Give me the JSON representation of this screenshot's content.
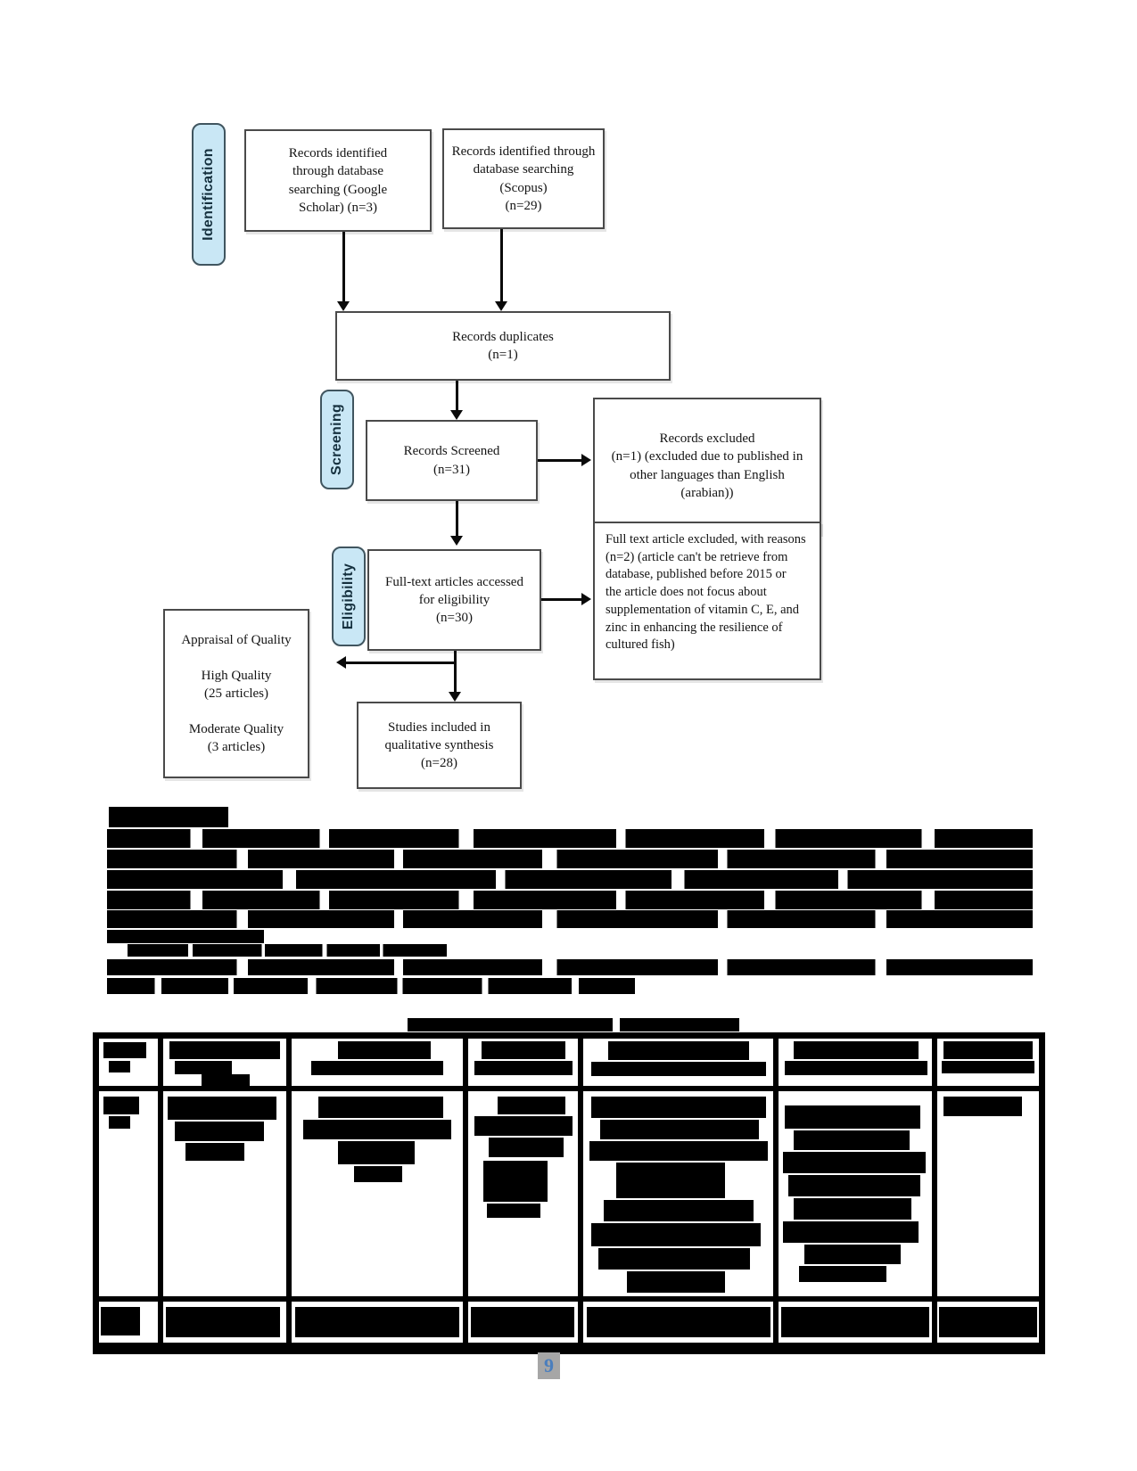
{
  "document": {
    "page_number": "9"
  },
  "flowchart": {
    "stages": {
      "identification": "Identification",
      "screening": "Screening",
      "eligibility": "Eligibility"
    },
    "boxes": {
      "google": "Records identified\nthrough database\nsearching (Google\nScholar) (n=3)",
      "scopus": "Records identified through\ndatabase searching\n(Scopus)\n(n=29)",
      "duplicates": "Records duplicates\n(n=1)",
      "screened": "Records Screened\n(n=31)",
      "excluded": "Records excluded\n(n=1) (excluded due to published in\nother languages than English\n(arabian))",
      "fulltext": "Full-text articles accessed\nfor eligibility\n(n=30)",
      "fulltext_excluded": "Full text article excluded, with reasons\n(n=2) (article can't be retrieve from\ndatabase, published before 2015 or\nthe article does not focus about\nsupplementation of vitamin C, E, and\nzinc in enhancing the resilience of\ncultured fish)",
      "appraisal": "Appraisal of Quality\n\nHigh Quality\n(25 articles)\n\nModerate Quality\n(3 articles)",
      "studies": "Studies included in\nqualitative synthesis\n(n=28)"
    },
    "colors": {
      "stage_fill": "#c9e7f5",
      "stage_border": "#40555f",
      "box_border": "#4a4a4a",
      "arrow": "#0a0a0a"
    }
  },
  "redactions": {
    "lines": [
      [
        122,
        905,
        134,
        23,
        "solid",
        "section-heading-bar"
      ],
      [
        120,
        930,
        1038,
        21,
        "gA"
      ],
      [
        120,
        953,
        1038,
        21,
        "gB"
      ],
      [
        120,
        976,
        1038,
        21,
        "gC"
      ],
      [
        120,
        999,
        1038,
        21,
        "gA"
      ],
      [
        120,
        1021,
        1038,
        20,
        "gB"
      ],
      [
        120,
        1043,
        176,
        15,
        "solid"
      ],
      [
        143,
        1059,
        358,
        14,
        "gC"
      ],
      [
        120,
        1076,
        1038,
        18,
        "gB"
      ],
      [
        120,
        1097,
        592,
        18,
        "gA"
      ],
      [
        457,
        1142,
        230,
        15,
        "solid",
        "table-caption-bar"
      ],
      [
        695,
        1142,
        134,
        15,
        "solid",
        "table-caption-bar"
      ]
    ]
  },
  "table": {
    "rows": 3,
    "columns": 7,
    "cells": [
      {
        "r": 0,
        "c": 0,
        "bars": [
          [
            5,
            4,
            48,
            18
          ],
          [
            11,
            25,
            24,
            13
          ]
        ]
      },
      {
        "r": 0,
        "c": 1,
        "bars": [
          [
            7,
            3,
            124,
            20
          ],
          [
            13,
            25,
            64,
            15
          ],
          [
            43,
            40,
            54,
            13
          ]
        ]
      },
      {
        "r": 0,
        "c": 2,
        "bars": [
          [
            52,
            3,
            104,
            20
          ],
          [
            22,
            25,
            148,
            16
          ]
        ]
      },
      {
        "r": 0,
        "c": 3,
        "bars": [
          [
            15,
            3,
            94,
            20
          ],
          [
            7,
            25,
            110,
            16
          ]
        ]
      },
      {
        "r": 0,
        "c": 4,
        "bars": [
          [
            28,
            3,
            158,
            21
          ],
          [
            9,
            26,
            196,
            16
          ]
        ]
      },
      {
        "r": 0,
        "c": 5,
        "bars": [
          [
            17,
            3,
            140,
            20
          ],
          [
            7,
            25,
            160,
            16
          ]
        ]
      },
      {
        "r": 0,
        "c": 6,
        "bars": [
          [
            7,
            3,
            100,
            20
          ],
          [
            5,
            25,
            104,
            14
          ]
        ]
      },
      {
        "r": 1,
        "c": 0,
        "bars": [
          [
            5,
            6,
            40,
            20
          ],
          [
            11,
            28,
            24,
            14
          ]
        ]
      },
      {
        "r": 1,
        "c": 1,
        "bars": [
          [
            5,
            6,
            122,
            26
          ],
          [
            13,
            34,
            100,
            22
          ],
          [
            25,
            58,
            66,
            20
          ]
        ]
      },
      {
        "r": 1,
        "c": 2,
        "bars": [
          [
            30,
            6,
            140,
            24
          ],
          [
            13,
            32,
            166,
            22
          ],
          [
            52,
            56,
            86,
            26
          ],
          [
            70,
            84,
            54,
            18
          ]
        ]
      },
      {
        "r": 1,
        "c": 3,
        "bars": [
          [
            33,
            6,
            76,
            20
          ],
          [
            7,
            28,
            110,
            22
          ],
          [
            23,
            52,
            84,
            22
          ],
          [
            17,
            78,
            72,
            46
          ],
          [
            21,
            126,
            60,
            16
          ]
        ]
      },
      {
        "r": 1,
        "c": 4,
        "bars": [
          [
            9,
            6,
            196,
            24
          ],
          [
            19,
            32,
            178,
            22
          ],
          [
            7,
            56,
            200,
            22
          ],
          [
            37,
            80,
            122,
            40
          ],
          [
            23,
            122,
            168,
            24
          ],
          [
            9,
            148,
            190,
            26
          ],
          [
            17,
            176,
            170,
            24
          ],
          [
            49,
            202,
            110,
            24
          ]
        ]
      },
      {
        "r": 1,
        "c": 5,
        "bars": [
          [
            7,
            16,
            152,
            26
          ],
          [
            17,
            44,
            130,
            22
          ],
          [
            5,
            68,
            160,
            24
          ],
          [
            11,
            94,
            148,
            24
          ],
          [
            17,
            120,
            132,
            24
          ],
          [
            5,
            146,
            152,
            24
          ],
          [
            29,
            172,
            108,
            22
          ],
          [
            23,
            196,
            98,
            18
          ]
        ]
      },
      {
        "r": 1,
        "c": 6,
        "bars": [
          [
            7,
            6,
            88,
            22
          ]
        ]
      },
      {
        "r": 2,
        "c": 0,
        "bars": [
          [
            2,
            6,
            44,
            32,
            "gB"
          ]
        ]
      },
      {
        "r": 2,
        "c": 1,
        "bars": [
          [
            3,
            6,
            128,
            34,
            "gB"
          ]
        ]
      },
      {
        "r": 2,
        "c": 2,
        "bars": [
          [
            4,
            6,
            184,
            34,
            "gB"
          ]
        ]
      },
      {
        "r": 2,
        "c": 3,
        "bars": [
          [
            3,
            6,
            116,
            34,
            "gB"
          ]
        ]
      },
      {
        "r": 2,
        "c": 4,
        "bars": [
          [
            4,
            6,
            206,
            34,
            "gB"
          ]
        ]
      },
      {
        "r": 2,
        "c": 5,
        "bars": [
          [
            3,
            6,
            166,
            34,
            "gB"
          ]
        ]
      },
      {
        "r": 2,
        "c": 6,
        "bars": [
          [
            2,
            6,
            110,
            34,
            "gB"
          ]
        ]
      }
    ]
  }
}
